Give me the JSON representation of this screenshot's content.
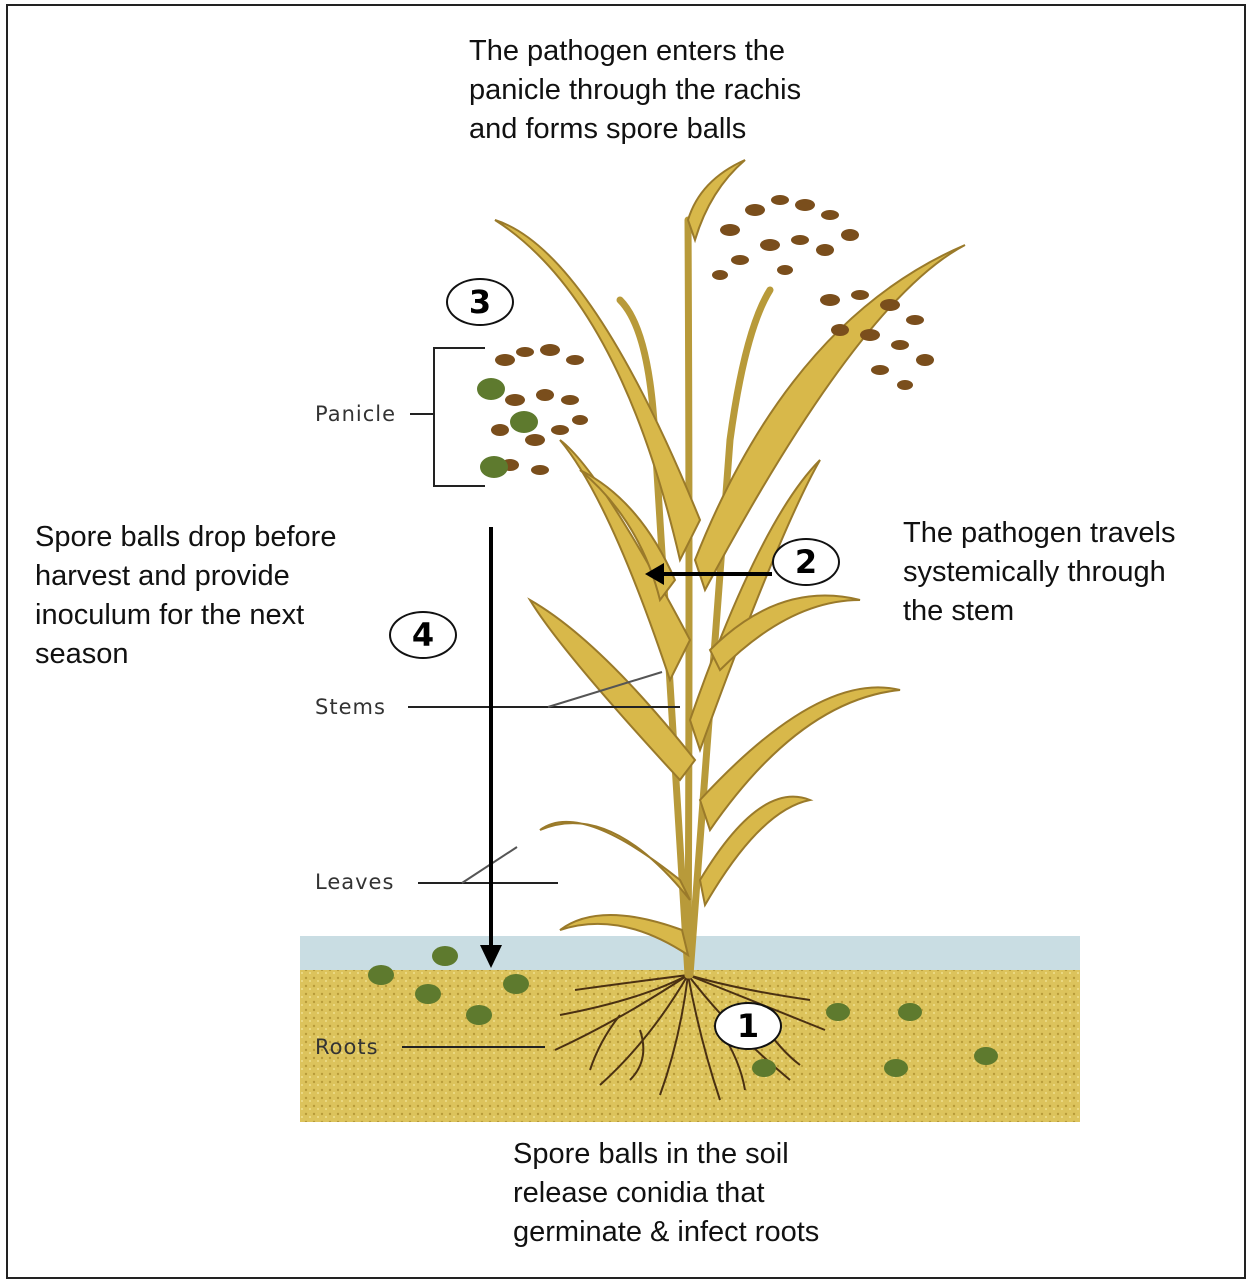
{
  "steps": {
    "step1": {
      "number": "1",
      "text": "Spore balls in the soil\nrelease conidia that\ngerminate & infect roots"
    },
    "step2": {
      "number": "2",
      "text": "The pathogen travels\nsystemically through\nthe stem"
    },
    "step3": {
      "number": "3",
      "text": "The pathogen enters the\npanicle through the rachis\nand forms spore balls"
    },
    "step4": {
      "number": "4",
      "text": "Spore balls drop before\nharvest and provide\ninoculum for the next\nseason"
    }
  },
  "plant_labels": {
    "panicle": "Panicle",
    "stems": "Stems",
    "leaves": "Leaves",
    "roots": "Roots"
  },
  "colors": {
    "soil": "#dcc35c",
    "water": "#c9dde3",
    "leaf": "#d8b84a",
    "leaf_dark": "#9a7a2a",
    "grain": "#7a4e1c",
    "spore_ball": "#5e7a2e",
    "root": "#4a3012"
  }
}
